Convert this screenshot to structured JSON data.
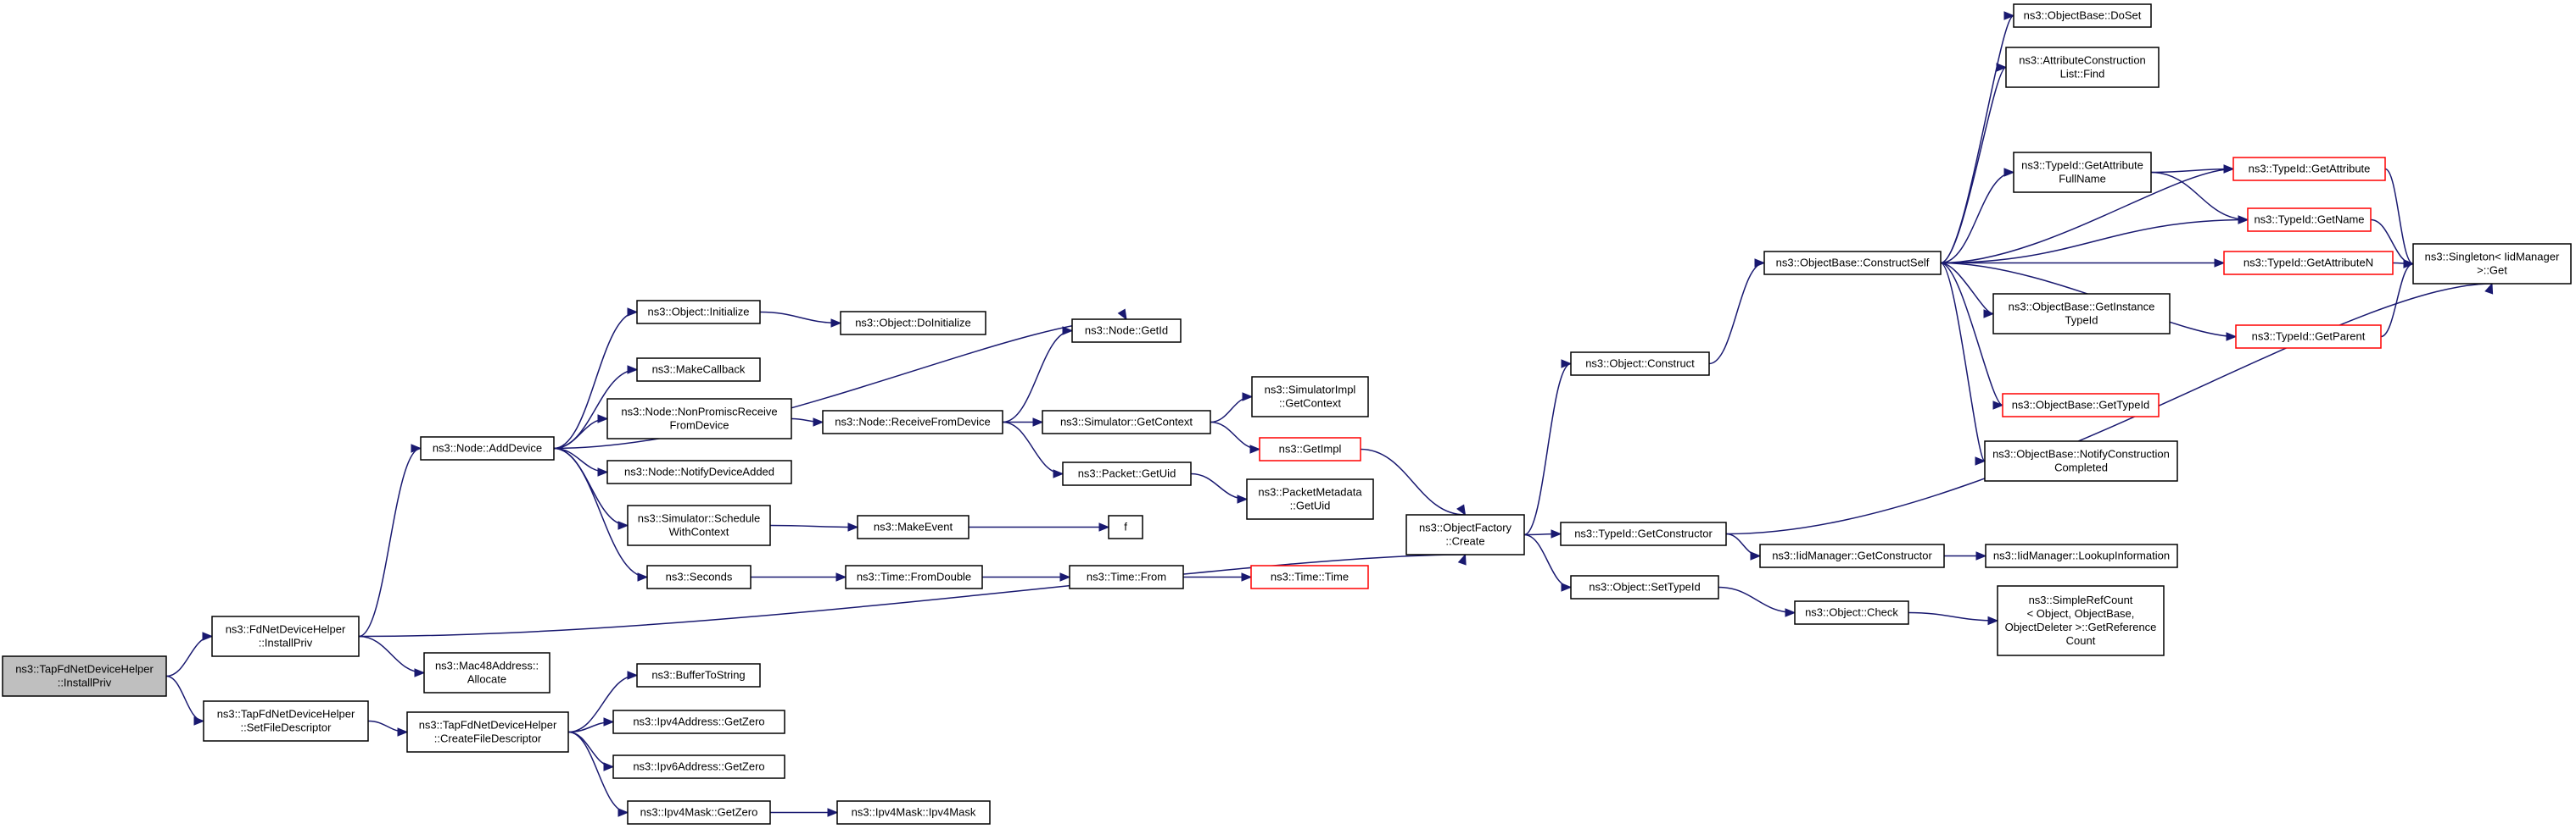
{
  "diagram": {
    "type": "call-graph",
    "colors": {
      "edge": "#191970",
      "root_fill": "#bfbfbf",
      "truncated_border": "#ff0000",
      "node_border": "#000000"
    },
    "nodes": [
      {
        "id": "root",
        "lines": [
          "ns3::TapFdNetDeviceHelper",
          "::InstallPriv"
        ],
        "kind": "root"
      },
      {
        "id": "fd_install",
        "lines": [
          "ns3::FdNetDeviceHelper",
          "::InstallPriv"
        ]
      },
      {
        "id": "set_fd",
        "lines": [
          "ns3::TapFdNetDeviceHelper",
          "::SetFileDescriptor"
        ]
      },
      {
        "id": "node_add",
        "lines": [
          "ns3::Node::AddDevice"
        ]
      },
      {
        "id": "mac_alloc",
        "lines": [
          "ns3::Mac48Address::",
          "Allocate"
        ]
      },
      {
        "id": "create_fd",
        "lines": [
          "ns3::TapFdNetDeviceHelper",
          "::CreateFileDescriptor"
        ]
      },
      {
        "id": "obj_init",
        "lines": [
          "ns3::Object::Initialize"
        ]
      },
      {
        "id": "make_cb",
        "lines": [
          "ns3::MakeCallback"
        ]
      },
      {
        "id": "nonpromisc",
        "lines": [
          "ns3::Node::NonPromiscReceive",
          "FromDevice"
        ]
      },
      {
        "id": "notify_added",
        "lines": [
          "ns3::Node::NotifyDeviceAdded"
        ]
      },
      {
        "id": "sched_ctx",
        "lines": [
          "ns3::Simulator::Schedule",
          "WithContext"
        ]
      },
      {
        "id": "seconds",
        "lines": [
          "ns3::Seconds"
        ]
      },
      {
        "id": "buf_to_str",
        "lines": [
          "ns3::BufferToString"
        ]
      },
      {
        "id": "ipv4_zero",
        "lines": [
          "ns3::Ipv4Address::GetZero"
        ]
      },
      {
        "id": "ipv6_zero",
        "lines": [
          "ns3::Ipv6Address::GetZero"
        ]
      },
      {
        "id": "mask_zero",
        "lines": [
          "ns3::Ipv4Mask::GetZero"
        ]
      },
      {
        "id": "do_init",
        "lines": [
          "ns3::Object::DoInitialize"
        ]
      },
      {
        "id": "recv_from",
        "lines": [
          "ns3::Node::ReceiveFromDevice"
        ]
      },
      {
        "id": "make_event",
        "lines": [
          "ns3::MakeEvent"
        ]
      },
      {
        "id": "from_double",
        "lines": [
          "ns3::Time::FromDouble"
        ]
      },
      {
        "id": "mask_ctor",
        "lines": [
          "ns3::Ipv4Mask::Ipv4Mask"
        ]
      },
      {
        "id": "get_id",
        "lines": [
          "ns3::Node::GetId"
        ]
      },
      {
        "id": "sim_ctx",
        "lines": [
          "ns3::Simulator::GetContext"
        ]
      },
      {
        "id": "pkt_uid",
        "lines": [
          "ns3::Packet::GetUid"
        ]
      },
      {
        "id": "time_from",
        "lines": [
          "ns3::Time::From"
        ]
      },
      {
        "id": "f",
        "lines": [
          "f"
        ]
      },
      {
        "id": "impl_ctx",
        "lines": [
          "ns3::SimulatorImpl",
          "::GetContext"
        ]
      },
      {
        "id": "get_impl",
        "lines": [
          "ns3::GetImpl"
        ],
        "kind": "trunc"
      },
      {
        "id": "pm_uid",
        "lines": [
          "ns3::PacketMetadata",
          "::GetUid"
        ]
      },
      {
        "id": "time_time",
        "lines": [
          "ns3::Time::Time"
        ],
        "kind": "trunc"
      },
      {
        "id": "factory",
        "lines": [
          "ns3::ObjectFactory",
          "::Create"
        ]
      },
      {
        "id": "construct",
        "lines": [
          "ns3::Object::Construct"
        ]
      },
      {
        "id": "tid_ctor",
        "lines": [
          "ns3::TypeId::GetConstructor"
        ]
      },
      {
        "id": "set_tid",
        "lines": [
          "ns3::Object::SetTypeId"
        ]
      },
      {
        "id": "construct_self",
        "lines": [
          "ns3::ObjectBase::ConstructSelf"
        ]
      },
      {
        "id": "iid_ctor",
        "lines": [
          "ns3::IidManager::GetConstructor"
        ]
      },
      {
        "id": "check",
        "lines": [
          "ns3::Object::Check"
        ]
      },
      {
        "id": "do_set",
        "lines": [
          "ns3::ObjectBase::DoSet"
        ]
      },
      {
        "id": "acl_find",
        "lines": [
          "ns3::AttributeConstruction",
          "List::Find"
        ]
      },
      {
        "id": "attr_full",
        "lines": [
          "ns3::TypeId::GetAttribute",
          "FullName"
        ]
      },
      {
        "id": "inst_tid",
        "lines": [
          "ns3::ObjectBase::GetInstance",
          "TypeId"
        ]
      },
      {
        "id": "ob_tid",
        "lines": [
          "ns3::ObjectBase::GetTypeId"
        ],
        "kind": "trunc"
      },
      {
        "id": "notify_constr",
        "lines": [
          "ns3::ObjectBase::NotifyConstruction",
          "Completed"
        ]
      },
      {
        "id": "lookup",
        "lines": [
          "ns3::IidManager::LookupInformation"
        ]
      },
      {
        "id": "refcount",
        "lines": [
          "ns3::SimpleRefCount",
          "< Object, ObjectBase,",
          "ObjectDeleter >::GetReference",
          "Count"
        ]
      },
      {
        "id": "get_attr",
        "lines": [
          "ns3::TypeId::GetAttribute"
        ],
        "kind": "trunc"
      },
      {
        "id": "get_name",
        "lines": [
          "ns3::TypeId::GetName"
        ],
        "kind": "trunc"
      },
      {
        "id": "get_attr_n",
        "lines": [
          "ns3::TypeId::GetAttributeN"
        ],
        "kind": "trunc"
      },
      {
        "id": "get_parent",
        "lines": [
          "ns3::TypeId::GetParent"
        ],
        "kind": "trunc"
      },
      {
        "id": "singleton",
        "lines": [
          "ns3::Singleton< IidManager",
          ">::Get"
        ]
      }
    ],
    "edges": [
      [
        "root",
        "fd_install"
      ],
      [
        "root",
        "set_fd"
      ],
      [
        "fd_install",
        "node_add"
      ],
      [
        "fd_install",
        "mac_alloc"
      ],
      [
        "fd_install",
        "factory"
      ],
      [
        "set_fd",
        "create_fd"
      ],
      [
        "node_add",
        "get_id"
      ],
      [
        "node_add",
        "obj_init"
      ],
      [
        "node_add",
        "make_cb"
      ],
      [
        "node_add",
        "nonpromisc"
      ],
      [
        "node_add",
        "notify_added"
      ],
      [
        "node_add",
        "sched_ctx"
      ],
      [
        "node_add",
        "seconds"
      ],
      [
        "create_fd",
        "buf_to_str"
      ],
      [
        "create_fd",
        "ipv4_zero"
      ],
      [
        "create_fd",
        "ipv6_zero"
      ],
      [
        "create_fd",
        "mask_zero"
      ],
      [
        "obj_init",
        "do_init"
      ],
      [
        "nonpromisc",
        "recv_from"
      ],
      [
        "sched_ctx",
        "make_event"
      ],
      [
        "seconds",
        "from_double"
      ],
      [
        "mask_zero",
        "mask_ctor"
      ],
      [
        "recv_from",
        "get_id"
      ],
      [
        "recv_from",
        "sim_ctx"
      ],
      [
        "recv_from",
        "pkt_uid"
      ],
      [
        "make_event",
        "f"
      ],
      [
        "from_double",
        "time_from"
      ],
      [
        "sim_ctx",
        "impl_ctx"
      ],
      [
        "sim_ctx",
        "get_impl"
      ],
      [
        "pkt_uid",
        "pm_uid"
      ],
      [
        "time_from",
        "time_time"
      ],
      [
        "get_impl",
        "factory"
      ],
      [
        "factory",
        "construct"
      ],
      [
        "factory",
        "tid_ctor"
      ],
      [
        "factory",
        "set_tid"
      ],
      [
        "construct",
        "construct_self"
      ],
      [
        "tid_ctor",
        "iid_ctor"
      ],
      [
        "tid_ctor",
        "singleton"
      ],
      [
        "set_tid",
        "check"
      ],
      [
        "iid_ctor",
        "lookup"
      ],
      [
        "check",
        "refcount"
      ],
      [
        "construct_self",
        "do_set"
      ],
      [
        "construct_self",
        "acl_find"
      ],
      [
        "construct_self",
        "attr_full"
      ],
      [
        "construct_self",
        "get_attr"
      ],
      [
        "construct_self",
        "get_name"
      ],
      [
        "construct_self",
        "get_attr_n"
      ],
      [
        "construct_self",
        "inst_tid"
      ],
      [
        "construct_self",
        "get_parent"
      ],
      [
        "construct_self",
        "ob_tid"
      ],
      [
        "construct_self",
        "notify_constr"
      ],
      [
        "attr_full",
        "get_attr"
      ],
      [
        "attr_full",
        "get_name"
      ],
      [
        "get_attr",
        "singleton"
      ],
      [
        "get_name",
        "singleton"
      ],
      [
        "get_attr_n",
        "singleton"
      ],
      [
        "get_parent",
        "singleton"
      ]
    ]
  }
}
